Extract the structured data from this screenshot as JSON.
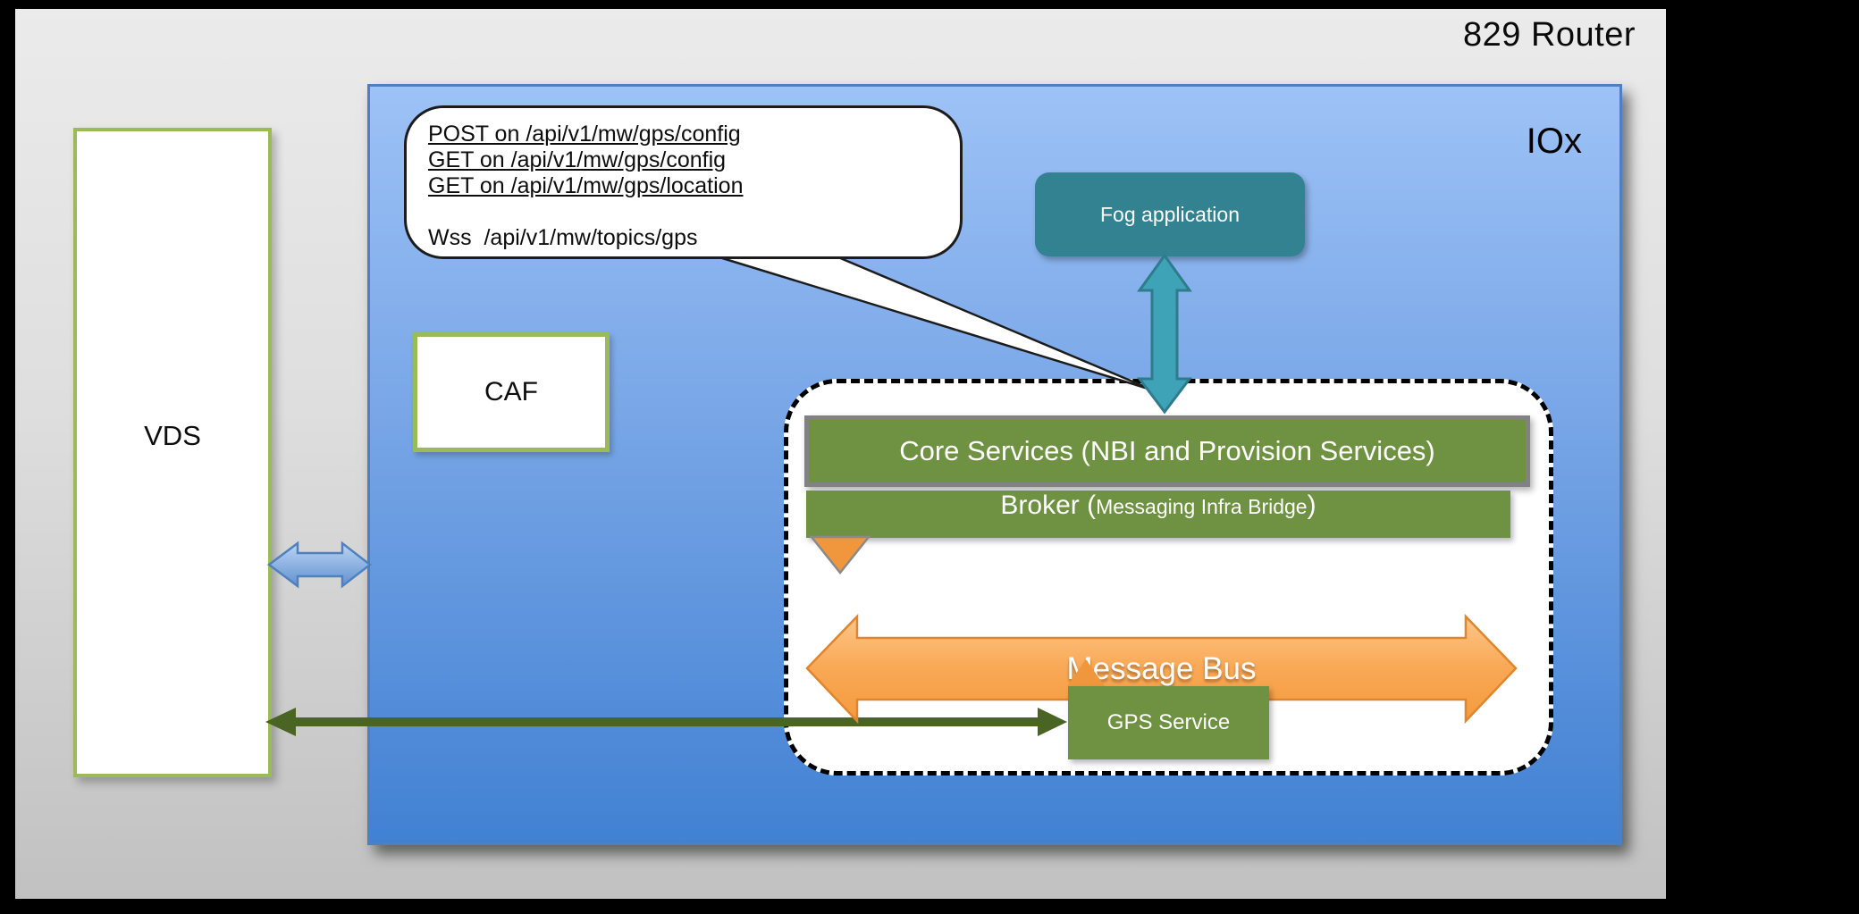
{
  "title": "829 Router",
  "iox": {
    "label": "IOx"
  },
  "vds": {
    "label": "VDS"
  },
  "caf": {
    "label": "CAF"
  },
  "fog_app": {
    "label": "Fog application"
  },
  "bubble": {
    "lines": [
      "POST on /api/v1/mw/gps/config",
      "GET on /api/v1/mw/gps/config",
      "GET on /api/v1/mw/gps/location",
      "Wss  /api/v1/mw/topics/gps"
    ]
  },
  "core_services": {
    "label": "Core Services (NBI and Provision Services)"
  },
  "broker": {
    "label_main": "Broker (",
    "label_sub": "Messaging Infra Bridge",
    "label_close": ")"
  },
  "message_bus": {
    "label": "Message Bus"
  },
  "gps_service": {
    "label": "GPS Service"
  },
  "colors": {
    "iox_fill_top": "#9dc2f6",
    "iox_fill_bottom": "#4181d3",
    "green_bar": "#6f9242",
    "green_border": "#9bbb59",
    "teal": "#338291",
    "teal_arrow": "#3fa3b8",
    "orange": "#f0963c",
    "dark_green_arrow": "#4a6424",
    "blue_arrow_border": "#4f81bd"
  }
}
